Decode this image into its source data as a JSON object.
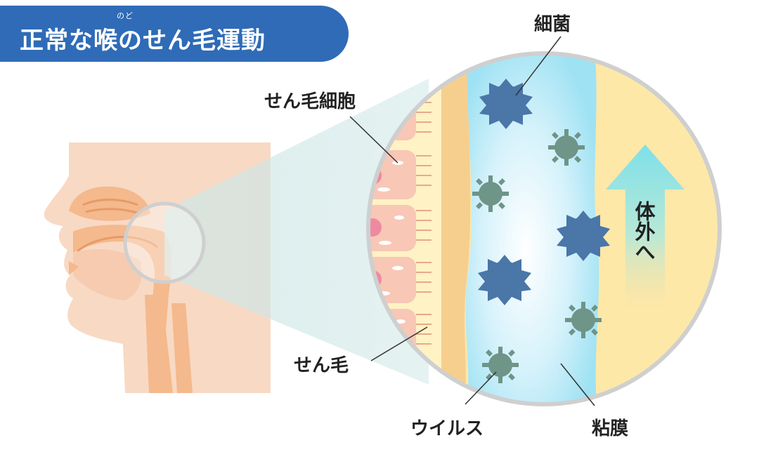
{
  "title": {
    "text": "正常な喉のせん毛運動",
    "ruby": "のど"
  },
  "labels": {
    "bacteria": "細菌",
    "ciliated_cell": "せん毛細胞",
    "cilia": "せん毛",
    "virus": "ウイルス",
    "mucosa": "粘膜",
    "outward": "体外へ"
  },
  "colors": {
    "title_bg": "#2f6bb7",
    "skin": "#f8d9c4",
    "bacteria": "#4a76a8",
    "virus": "#6f9488",
    "mucus": "#cfeefa",
    "arrow": "#7ee0ea"
  }
}
